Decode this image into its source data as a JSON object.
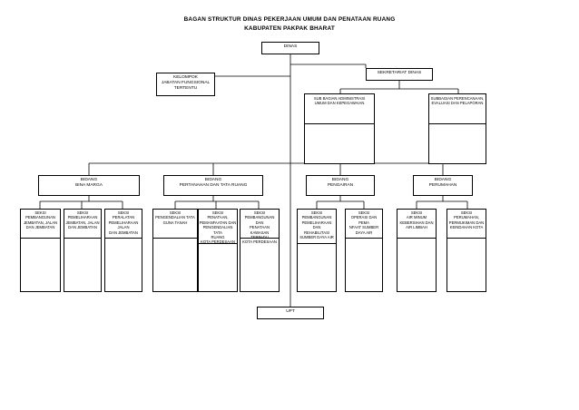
{
  "title": {
    "line1": "BAGAN STRUKTUR DINAS PEKERJAAN UMUM DAN PENATAAN RUANG",
    "line2": "KABUPATEN PAKPAK BHARAT"
  },
  "dinas": "DINAS",
  "sekretariat": "SEKRETARIAT DINAS",
  "kelompok": "KELOMPOK\nJABATAN FUNGSIONAL\nTERTENTU",
  "subbagian": {
    "umum": "SUB BAGIAN ADMINISTRASI\nUMUM DAN KEPEGAWAIAN",
    "perencanaan": "SUBBAGIAN PERENCANAAN,\nEVALUASI DAN PELAPORAN"
  },
  "bidang": {
    "binamarga": "BIDANG\nBINA MARGA",
    "pertanahan": "BIDANG\nPERTANAHAN DAN TATA RUANG",
    "pengairan": "BIDANG\nPENGAIRAN",
    "perumahan": "BIDANG\nPERUMAHAN"
  },
  "seksi": {
    "s1": "SEKSI\nPEMBANGUNAN\nJEMBATAN, JALAN\nDAN JEMBATAN",
    "s2": "SEKSI\nPEMELIHARAAN\nJEMBATAN, JALAN\nDAN JEMBATAN",
    "s3": "SEKSI\nPERALATAN\nPEMELIHARAAN JALAN\nDAN JEMBATAN",
    "s4": "SEKSI\nPENGENDALIAN TATA\nGUNA TANAH",
    "s5": "SEKSI\nPENATAAN,\nPEMANFAATAN DAN\nPENGENDALIAN TATA\nRUANG\nKOTA PERDESAAN",
    "s6": "SEKSI\nPEMBANGUNAN DAN\nPENATAAN KAWASAN\nTERPADU\nKOTA PERDESAAN",
    "s7": "SEKSI\nPEMBANGUNAN\nPEMELIHARAAN DAN\nREHABILITASI\nSUMBER DAYA AIR",
    "s8": "SEKSI\nOPERASI DAN PEMA\nNFAAT SUMBER\nDAYA AIR",
    "s9": "SEKSI\nAIR MINUM\nKEBERSIHAN DAN\nAIR LIMBAH",
    "s10": "SEKSI\nPERUMAHAN,\nPERMUKIMAN DAN\nKEINDAHAN KOTA"
  },
  "upt": "UPT"
}
